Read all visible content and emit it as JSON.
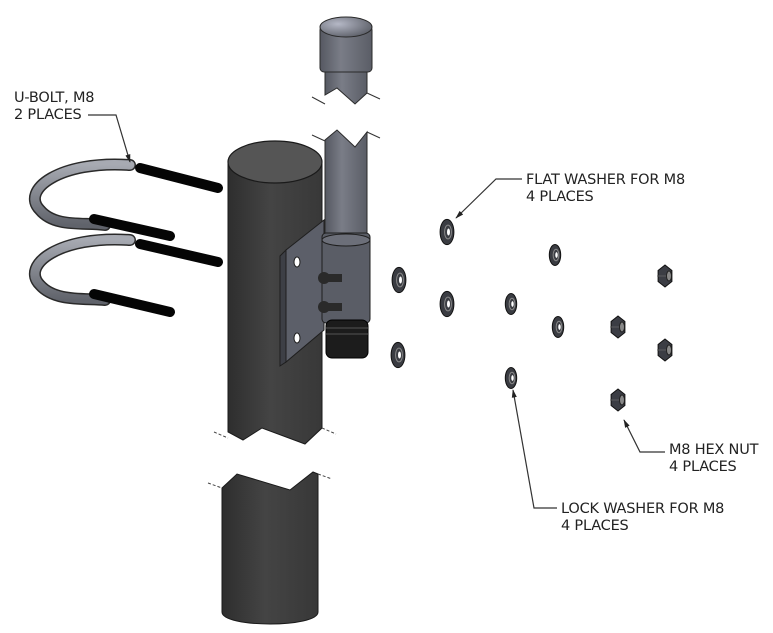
{
  "diagram": {
    "type": "exploded-assembly",
    "subject": "pole-mount antenna with U-bolt clamp bracket",
    "colors": {
      "pole": "#3f3f3f",
      "antenna": "#676a74",
      "bracket": "#5c5f69",
      "threads": "#0a0a0a",
      "hardware": "#3a3c42",
      "leader": "#333333"
    }
  },
  "callouts": {
    "ubolt": {
      "line1": "U-BOLT, M8",
      "line2": "2 PLACES"
    },
    "flat_washer": {
      "line1": "FLAT WASHER FOR M8",
      "line2": "4 PLACES"
    },
    "hex_nut": {
      "line1": "M8 HEX NUT",
      "line2": "4 PLACES"
    },
    "lock_washer": {
      "line1": "LOCK WASHER FOR M8",
      "line2": "4 PLACES"
    }
  }
}
